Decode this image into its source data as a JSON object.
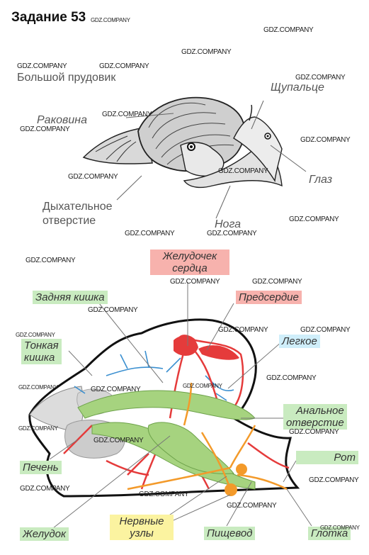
{
  "header": {
    "title": "Задание 53"
  },
  "watermark": "GDZ.COMPANY",
  "top_diagram": {
    "title": "Большой прудовик",
    "labels": {
      "tentacle": "Щупальце",
      "shell": "Раковина",
      "eye": "Глаз",
      "breathing_hole_1": "Дыхательное",
      "breathing_hole_2": "отверстие",
      "foot": "Нога"
    }
  },
  "bottom_diagram": {
    "labels": {
      "ventricle_1": "Желудочек",
      "ventricle_2": "сердца",
      "hindgut": "Задняя кишка",
      "atrium": "Предсердие",
      "small_intestine_1": "Тонкая",
      "small_intestine_2": "кишка",
      "lung": "Легкое",
      "anal_1": "Анальное",
      "anal_2": "отверстие",
      "liver": "Печень",
      "mouth": "Рот",
      "stomach": "Желудок",
      "ganglia_1": "Нервные",
      "ganglia_2": "узлы",
      "esophagus": "Пищевод",
      "pharynx": "Глотка"
    }
  },
  "colors": {
    "green_label": "#c9ebc0",
    "pink_label": "#f7b2ad",
    "blue_label": "#cfeefa",
    "yellow_label": "#fbf3a0",
    "gut": "#8fc46a",
    "blood": "#e53b3b",
    "nerve": "#f39a2a",
    "vessel_blue": "#3a8fd0"
  }
}
